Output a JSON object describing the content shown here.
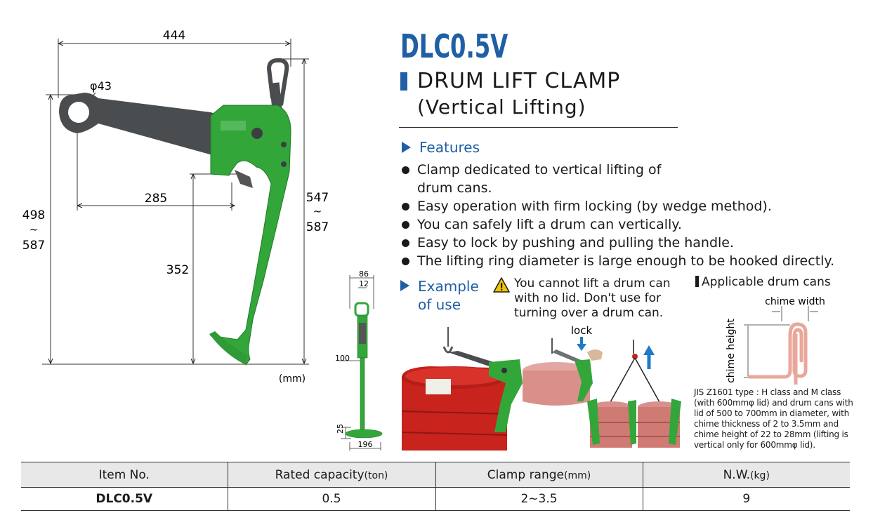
{
  "drawing": {
    "dim_width": "444",
    "dim_ring": "φ43",
    "dim_reach": "285",
    "dim_height_left_top": "498",
    "dim_height_left_sep": "~",
    "dim_height_left_bottom": "587",
    "dim_jaw": "352",
    "dim_height_right_top": "547",
    "dim_height_right_sep": "~",
    "dim_height_right_bottom": "587",
    "unit_note": "(mm)",
    "side_dim_top": "86",
    "side_dim_inner": "12",
    "side_dim_100": "100",
    "side_dim_25": "25",
    "side_dim_bottom": "196"
  },
  "header": {
    "model": "DLC0.5V",
    "title_line1": "DRUM LIFT CLAMP",
    "title_line2": "(Vertical Lifting)"
  },
  "features": {
    "heading": "Features",
    "items": [
      "Clamp dedicated to vertical lifting of drum cans.",
      "Easy operation with firm locking (by wedge method).",
      "You can safely lift a drum can vertically.",
      "Easy to lock by pushing and pulling the handle.",
      "The lifting ring diameter is large enough to be hooked directly."
    ]
  },
  "example": {
    "heading_line1": "Example",
    "heading_line2": "of use",
    "warning": "You cannot lift a drum can with no lid. Don't use for turning over a drum can.",
    "lock_label": "lock"
  },
  "applicable": {
    "heading": "Applicable drum cans",
    "chime_width": "chime width",
    "chime_height": "chime height",
    "note": "JIS Z1601 type : H class and M class (with 600mmφ lid) and drum cans with lid of 500 to 700mm in diameter, with chime thickness of 2 to 3.5mm and chime height of 22 to 28mm (lifting is vertical only for 600mmφ lid)."
  },
  "spec_table": {
    "headers": [
      {
        "label": "Item No.",
        "unit": ""
      },
      {
        "label": "Rated capacity",
        "unit": "(ton)"
      },
      {
        "label": "Clamp range",
        "unit": "(mm)"
      },
      {
        "label": "N.W.",
        "unit": "(kg)"
      }
    ],
    "rows": [
      [
        "DLC0.5V",
        "0.5",
        "2~3.5",
        "9"
      ]
    ]
  },
  "colors": {
    "accent_blue": "#1f5fa6",
    "clamp_green": "#33a63a",
    "arm_gray": "#4a4d4f",
    "drum_red": "#c8231c",
    "chime_pink": "#e9a79b"
  }
}
